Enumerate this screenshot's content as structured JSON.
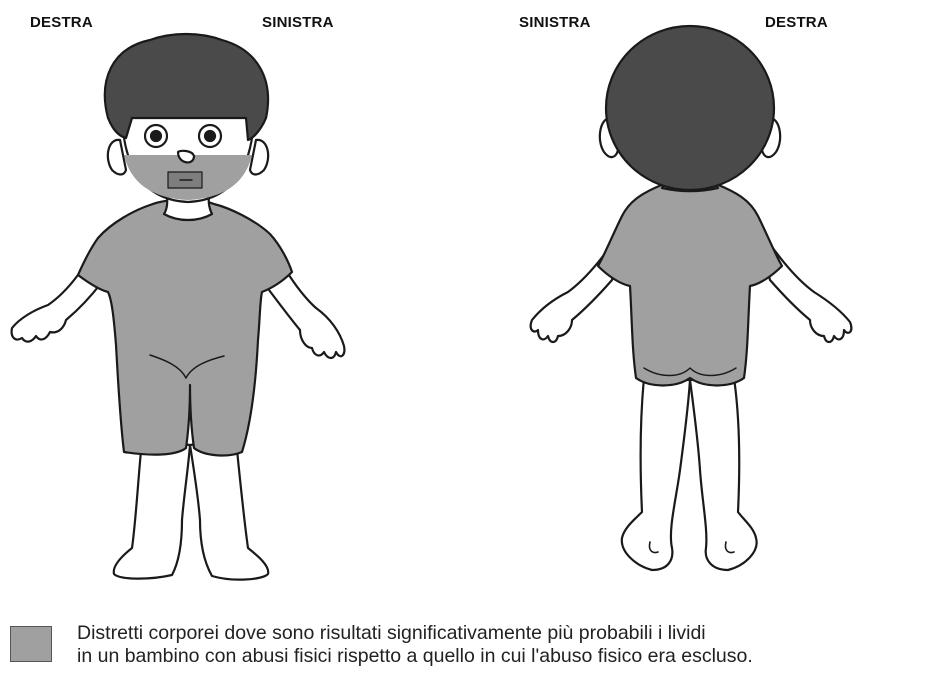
{
  "front_view": {
    "label_left": "DESTRA",
    "label_right": "SINISTRA"
  },
  "back_view": {
    "label_left": "SINISTRA",
    "label_right": "DESTRA"
  },
  "legend": {
    "line1": "Distretti corporei dove sono risultati significativamente più probabili i lividi",
    "line2": "in un bambino  con abusi fisici rispetto a quello  in cui l'abuso fisico era escluso."
  },
  "colors": {
    "highlighted_region": "#a0a0a0",
    "hair": "#4a4a4a",
    "skin": "#ffffff",
    "outline": "#1a1a1a"
  }
}
